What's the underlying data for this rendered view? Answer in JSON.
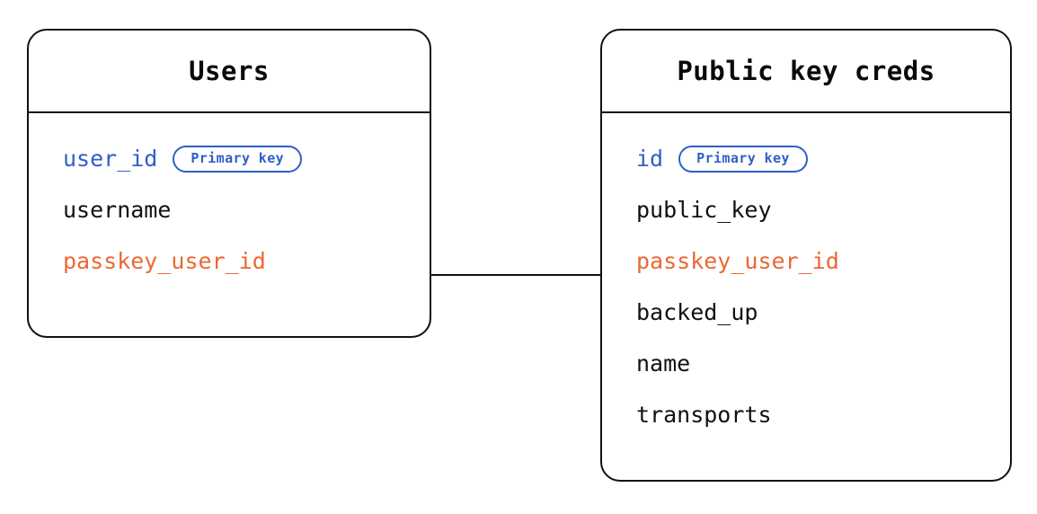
{
  "diagram": {
    "type": "entity-relationship-diagram",
    "background_color": "#ffffff",
    "colors": {
      "border": "#111111",
      "text": "#111111",
      "primary_key": "#2f5fc9",
      "foreign_key": "#ec6734",
      "connector": "#111111"
    },
    "badge_label": "Primary key",
    "entities": [
      {
        "id": "users",
        "title": "Users",
        "fields": [
          {
            "name": "user_id",
            "role": "pk",
            "badge": "Primary key"
          },
          {
            "name": "username",
            "role": "plain",
            "badge": null
          },
          {
            "name": "passkey_user_id",
            "role": "fk",
            "badge": null
          }
        ]
      },
      {
        "id": "public-key-creds",
        "title": "Public key creds",
        "fields": [
          {
            "name": "id",
            "role": "pk",
            "badge": "Primary key"
          },
          {
            "name": "public_key",
            "role": "plain",
            "badge": null
          },
          {
            "name": "passkey_user_id",
            "role": "fk",
            "badge": null
          },
          {
            "name": "backed_up",
            "role": "plain",
            "badge": null
          },
          {
            "name": "name",
            "role": "plain",
            "badge": null
          },
          {
            "name": "transports",
            "role": "plain",
            "badge": null
          }
        ]
      }
    ],
    "relationships": [
      {
        "id": "users-to-public-key-creds",
        "from_entity": "users",
        "from_field": "passkey_user_id",
        "to_entity": "public-key-creds",
        "to_field": "passkey_user_id",
        "style": "straight-line"
      }
    ]
  }
}
